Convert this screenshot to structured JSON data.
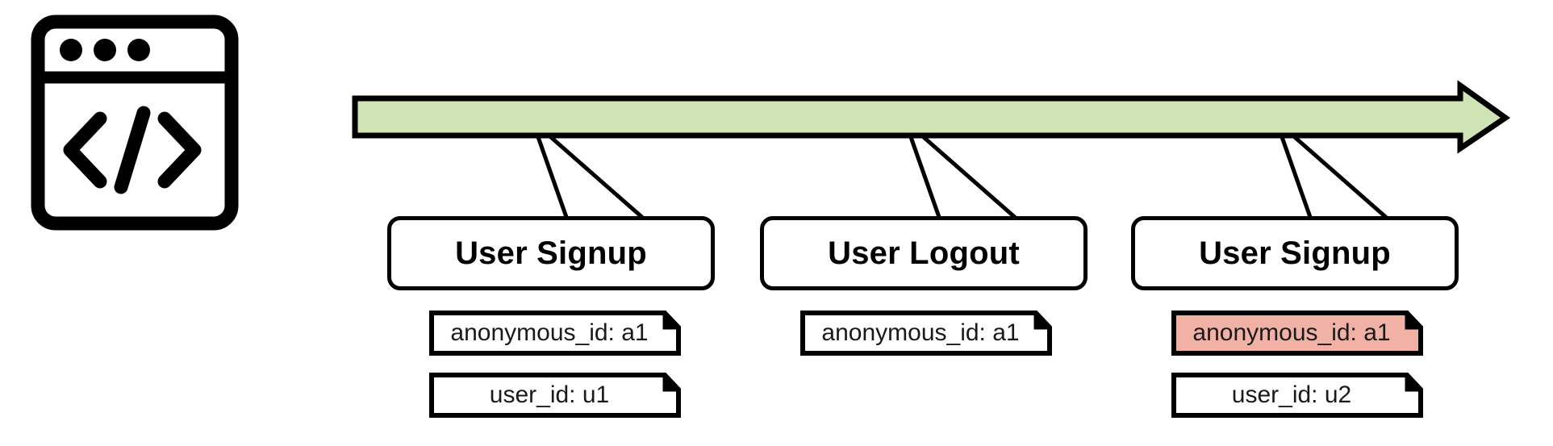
{
  "diagram": {
    "title": "Event stream timeline with identity properties",
    "type": "timeline",
    "colors": {
      "timeline_fill": "#cfe3b4",
      "stroke": "#000000",
      "note_fill_default": "#ffffff",
      "note_fill_highlight": "#f2b1a5",
      "text": "#000000",
      "background": "#ffffff"
    }
  },
  "source": {
    "icon": "code-window-icon",
    "label": "Code window",
    "dots": [
      "dot-1",
      "dot-2",
      "dot-3"
    ],
    "glyph": "</>"
  },
  "timeline": {
    "name": "event-timeline-arrow",
    "direction": "left-to-right",
    "arrow_head": "right-arrow-head"
  },
  "events": [
    {
      "id": "event-1",
      "label": "User Signup",
      "notes": [
        {
          "id": "note-1-anonymous-id",
          "text": "anonymous_id: a1",
          "highlight": false
        },
        {
          "id": "note-1-user-id",
          "text": "user_id: u1",
          "highlight": false
        }
      ]
    },
    {
      "id": "event-2",
      "label": "User Logout",
      "notes": [
        {
          "id": "note-2-anonymous-id",
          "text": "anonymous_id: a1",
          "highlight": false
        }
      ]
    },
    {
      "id": "event-3",
      "label": "User Signup",
      "notes": [
        {
          "id": "note-3-anonymous-id",
          "text": "anonymous_id: a1",
          "highlight": true
        },
        {
          "id": "note-3-user-id",
          "text": "user_id: u2",
          "highlight": false
        }
      ]
    }
  ]
}
